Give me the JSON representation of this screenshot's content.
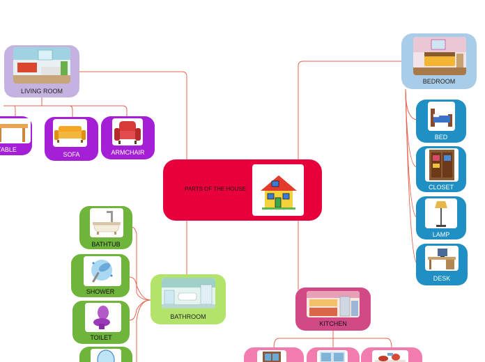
{
  "central": {
    "label": "PARTS OF THE HOUSE",
    "color": "#e8003d"
  },
  "living_room": {
    "label": "LIVING ROOM",
    "color": "#c4b3e0",
    "items": [
      {
        "label": "TABLE",
        "icon": "table-icon"
      },
      {
        "label": "SOFA",
        "icon": "sofa-icon"
      },
      {
        "label": "ARMCHAIR",
        "icon": "armchair-icon"
      }
    ],
    "item_color": "#a51fd6"
  },
  "bedroom": {
    "label": "BEDROOM",
    "color": "#a9cde8",
    "items": [
      {
        "label": "BED",
        "icon": "bed-icon"
      },
      {
        "label": "CLOSET",
        "icon": "closet-icon"
      },
      {
        "label": "LAMP",
        "icon": "lamp-icon"
      },
      {
        "label": "DESK",
        "icon": "desk-icon"
      }
    ],
    "item_color": "#1f8fc4"
  },
  "bathroom": {
    "label": "BATHROOM",
    "color": "#b3e36b",
    "items": [
      {
        "label": "BATHTUB",
        "icon": "bathtub-icon"
      },
      {
        "label": "SHOWER",
        "icon": "shower-icon"
      },
      {
        "label": "TOILET",
        "icon": "toilet-icon"
      },
      {
        "label": "",
        "icon": "mirror-icon"
      }
    ],
    "item_color": "#6fb43b"
  },
  "kitchen": {
    "label": "KITCHEN",
    "color": "#d14a86",
    "items": [
      {
        "label": "",
        "icon": "fridge-icon"
      },
      {
        "label": "",
        "icon": "cupboard-icon"
      },
      {
        "label": "",
        "icon": "stove-icon"
      }
    ],
    "item_color": "#f27cae"
  },
  "link_color": "#e8614c"
}
